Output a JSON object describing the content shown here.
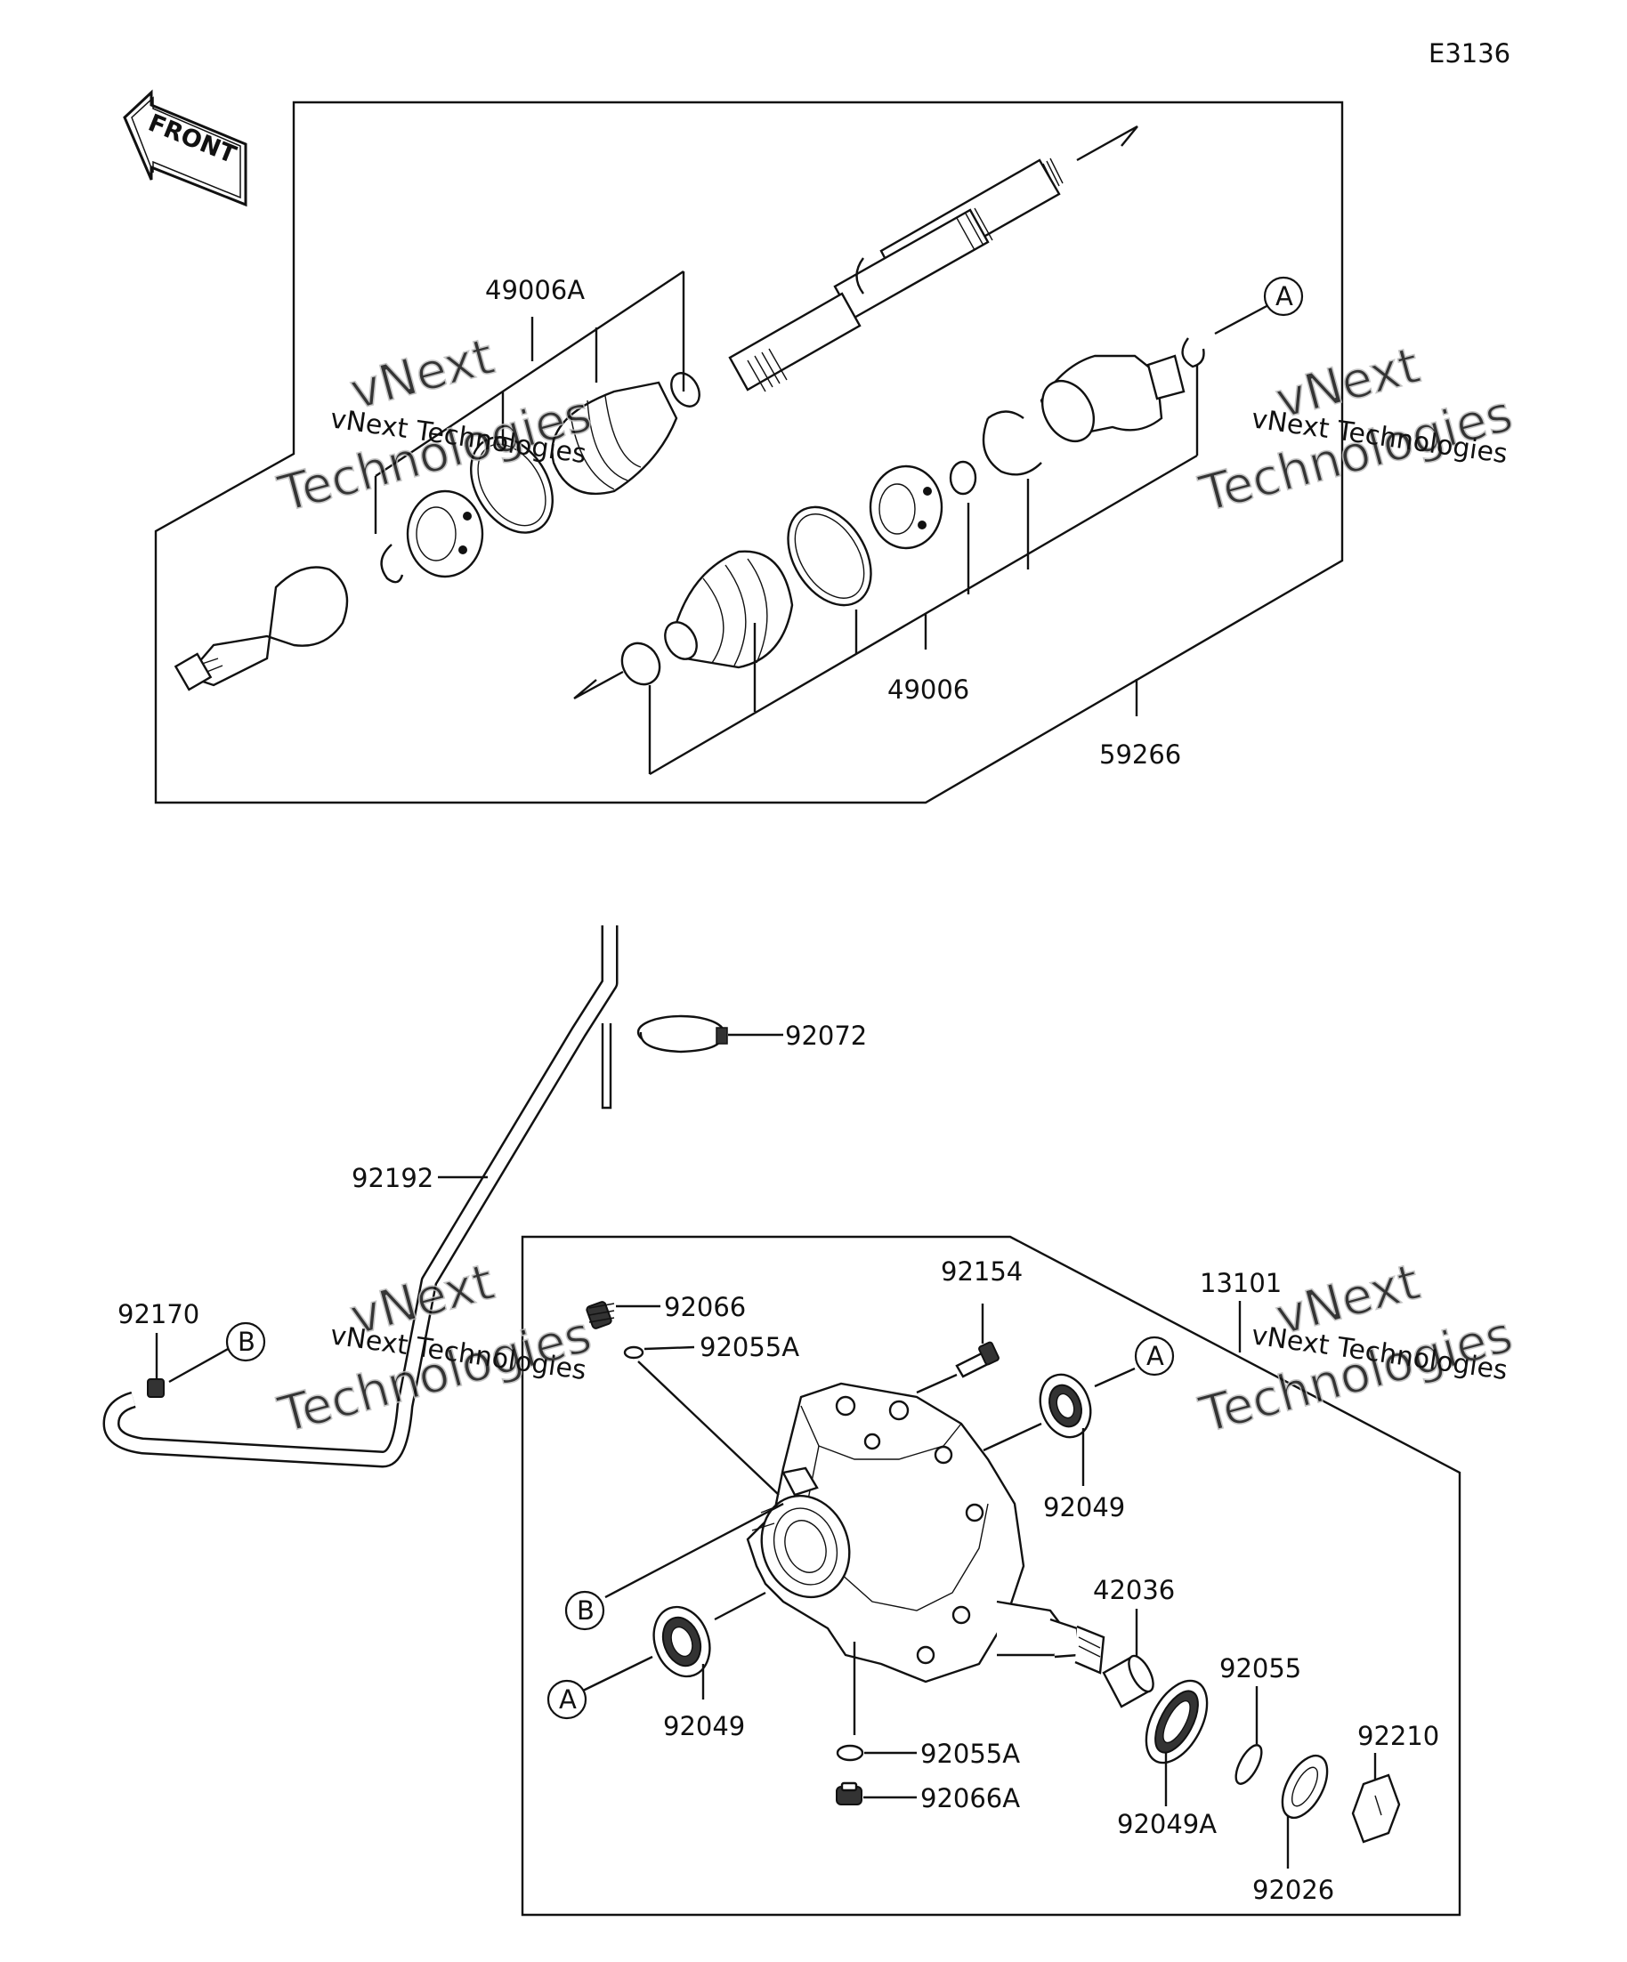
{
  "diagram_code": "E3136",
  "front_label": "FRONT",
  "callout_a": "A",
  "callout_b": "B",
  "watermark_line1": "vNext Technologies",
  "watermark_line2": "vNext",
  "watermark_line3": "Technologies",
  "parts": {
    "p49006A": "49006A",
    "p49006": "49006",
    "p59266": "59266",
    "p92072": "92072",
    "p92192": "92192",
    "p92170": "92170",
    "p92066": "92066",
    "p92055A_top": "92055A",
    "p92154": "92154",
    "p13101": "13101",
    "p92049_right": "92049",
    "p42036": "42036",
    "p92055": "92055",
    "p92210": "92210",
    "p92049_left": "92049",
    "p92055A_bottom": "92055A",
    "p92066A": "92066A",
    "p92049A": "92049A",
    "p92026": "92026"
  }
}
